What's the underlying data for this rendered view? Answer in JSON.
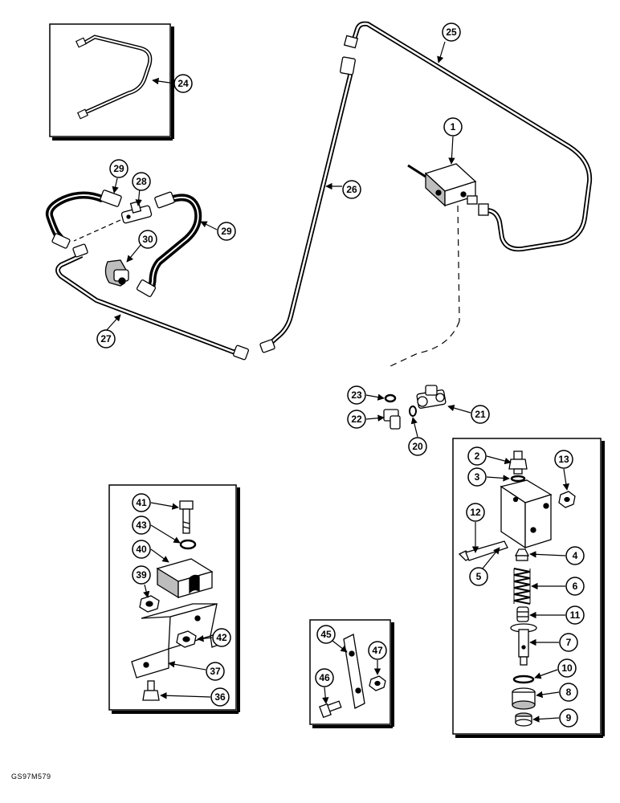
{
  "figure_code": "GS97M579",
  "callouts": {
    "c1": "1",
    "c2": "2",
    "c3": "3",
    "c4": "4",
    "c5": "5",
    "c6": "6",
    "c7": "7",
    "c8": "8",
    "c9": "9",
    "c10": "10",
    "c11": "11",
    "c12": "12",
    "c13": "13",
    "c20": "20",
    "c21": "21",
    "c22": "22",
    "c23": "23",
    "c24": "24",
    "c25": "25",
    "c26": "26",
    "c27": "27",
    "c28": "28",
    "c29a": "29",
    "c29b": "29",
    "c30": "30",
    "c36": "36",
    "c37": "37",
    "c39": "39",
    "c40": "40",
    "c41": "41",
    "c42": "42",
    "c43": "43",
    "c45": "45",
    "c46": "46",
    "c47": "47"
  },
  "colors": {
    "ink": "#000000",
    "paper": "#ffffff",
    "shade": "#bdbdbd"
  }
}
